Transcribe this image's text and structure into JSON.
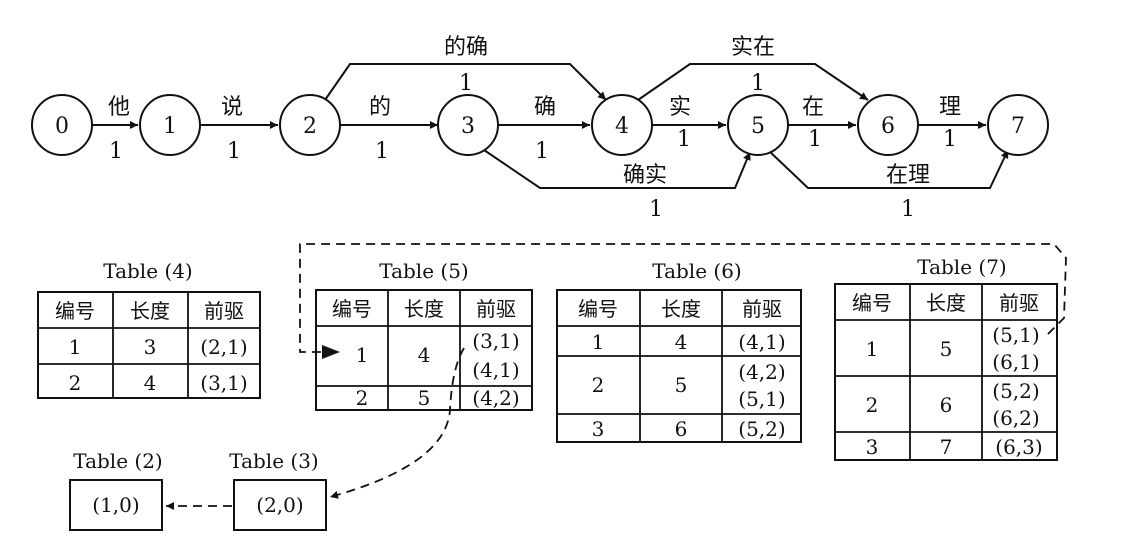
{
  "graph": {
    "nodes": [
      "0",
      "1",
      "2",
      "3",
      "4",
      "5",
      "6",
      "7"
    ],
    "edges": [
      {
        "from": "0",
        "to": "1",
        "word": "他",
        "weight": "1"
      },
      {
        "from": "1",
        "to": "2",
        "word": "说",
        "weight": "1"
      },
      {
        "from": "2",
        "to": "3",
        "word": "的",
        "weight": "1"
      },
      {
        "from": "2",
        "to": "4",
        "word": "的确",
        "weight": "1"
      },
      {
        "from": "3",
        "to": "4",
        "word": "确",
        "weight": "1"
      },
      {
        "from": "3",
        "to": "5",
        "word": "确实",
        "weight": "1"
      },
      {
        "from": "4",
        "to": "5",
        "word": "实",
        "weight": "1"
      },
      {
        "from": "4",
        "to": "6",
        "word": "实在",
        "weight": "1"
      },
      {
        "from": "5",
        "to": "6",
        "word": "在",
        "weight": "1"
      },
      {
        "from": "5",
        "to": "7",
        "word": "在理",
        "weight": "1"
      },
      {
        "from": "6",
        "to": "7",
        "word": "理",
        "weight": "1"
      }
    ]
  },
  "tables": {
    "t4": {
      "title": "Table (4)",
      "headers": [
        "编号",
        "长度",
        "前驱"
      ],
      "rows": [
        [
          "1",
          "3",
          [
            "(2,1)"
          ]
        ],
        [
          "2",
          "4",
          [
            "(3,1)"
          ]
        ]
      ]
    },
    "t5": {
      "title": "Table (5)",
      "headers": [
        "编号",
        "长度",
        "前驱"
      ],
      "rows": [
        [
          "1",
          "4",
          [
            "(3,1)",
            "(4,1)"
          ]
        ],
        [
          "2",
          "5",
          [
            "(4,2)"
          ]
        ]
      ]
    },
    "t6": {
      "title": "Table (6)",
      "headers": [
        "编号",
        "长度",
        "前驱"
      ],
      "rows": [
        [
          "1",
          "4",
          [
            "(4,1)"
          ]
        ],
        [
          "2",
          "5",
          [
            "(4,2)",
            "(5,1)"
          ]
        ],
        [
          "3",
          "6",
          [
            "(5,2)"
          ]
        ]
      ]
    },
    "t7": {
      "title": "Table (7)",
      "headers": [
        "编号",
        "长度",
        "前驱"
      ],
      "rows": [
        [
          "1",
          "5",
          [
            "(5,1)",
            "(6,1)"
          ]
        ],
        [
          "2",
          "6",
          [
            "(5,2)",
            "(6,2)"
          ]
        ],
        [
          "3",
          "7",
          [
            "(6,3)"
          ]
        ]
      ]
    }
  },
  "boxes": {
    "t2": {
      "title": "Table (2)",
      "value": "(1,0)"
    },
    "t3": {
      "title": "Table (3)",
      "value": "(2,0)"
    }
  }
}
